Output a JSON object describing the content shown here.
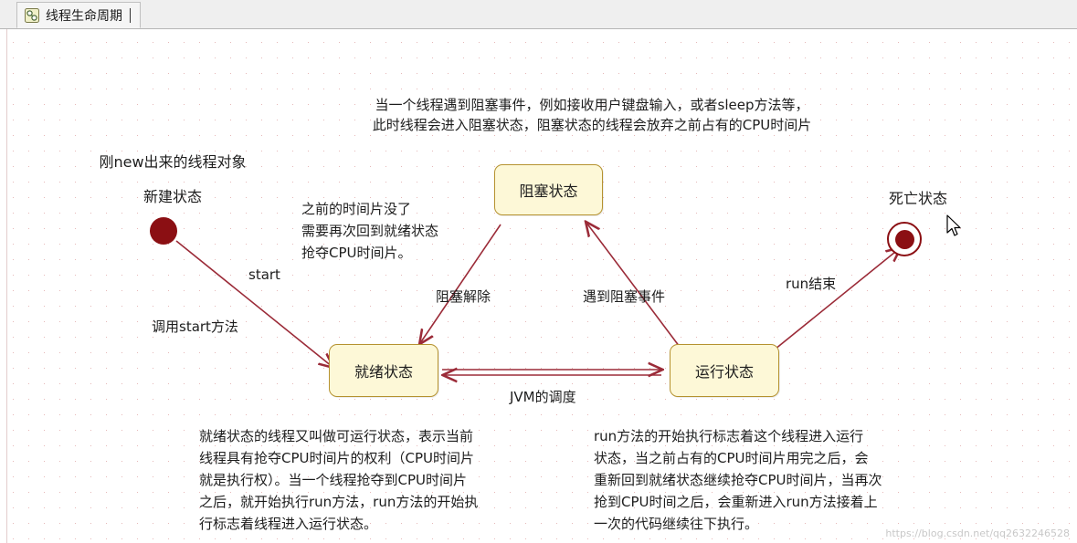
{
  "window": {
    "tab": {
      "label": "线程生命周期",
      "icon": "diagram-file-icon"
    }
  },
  "diagram": {
    "top_note": "当一个线程遇到阻塞事件，例如接收用户键盘输入，或者sleep方法等，\n此时线程会进入阻塞状态，阻塞状态的线程会放弃之前占有的CPU时间片",
    "nodes": {
      "start_label_top": "刚new出来的线程对象",
      "start_label": "新建状态",
      "blocked": "阻塞状态",
      "ready": "就绪状态",
      "running": "运行状态",
      "dead": "死亡状态"
    },
    "edges": {
      "start": "start",
      "start_method": "调用start方法",
      "unblock": "阻塞解除",
      "meet_block": "遇到阻塞事件",
      "jvm_schedule": "JVM的调度",
      "run_end": "run结束"
    },
    "notes": {
      "time_slice": "之前的时间片没了\n需要再次回到就绪状态\n抢夺CPU时间片。",
      "ready_note": "就绪状态的线程又叫做可运行状态，表示当前\n线程具有抢夺CPU时间片的权利（CPU时间片\n就是执行权）。当一个线程抢夺到CPU时间片\n之后，就开始执行run方法，run方法的开始执\n行标志着线程进入运行状态。",
      "running_note": "run方法的开始执行标志着这个线程进入运行\n状态，当之前占有的CPU时间片用完之后，会\n重新回到就绪状态继续抢夺CPU时间片，当再次\n抢到CPU时间之后，会重新进入run方法接着上\n一次的代码继续往下执行。"
    },
    "watermark": "https://blog.csdn.net/qq2632246528",
    "colors": {
      "node_fill": "#fdf8d7",
      "node_border": "#b5922f",
      "arrow": "#9b2b38",
      "accent": "#8b0f13",
      "grid_dot": "#e6b9b9"
    }
  }
}
